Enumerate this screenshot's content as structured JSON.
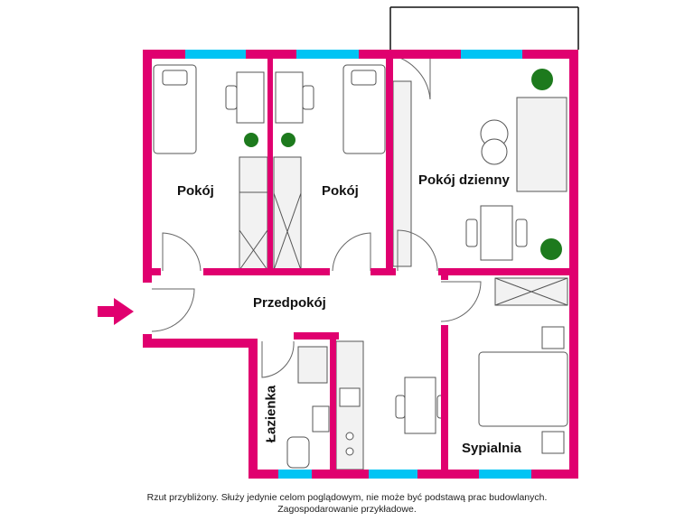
{
  "colors": {
    "wall": "#e0006f",
    "window": "#00c4f4",
    "furniture_fill": "#f2f2f2",
    "plant": "#1d7a1d"
  },
  "rooms": {
    "room1": "Pokój",
    "room2": "Pokój",
    "living": "Pokój dzienny",
    "hall": "Przedpokój",
    "bathroom": "Łazienka",
    "bedroom": "Sypialnia"
  },
  "caption": {
    "line1": "Rzut przybliżony. Służy jedynie celom poglądowym, nie może być podstawą prac budowlanych.",
    "line2": "Zagospodarowanie przykładowe."
  },
  "icons": {
    "entrance": "arrow-right-icon"
  }
}
